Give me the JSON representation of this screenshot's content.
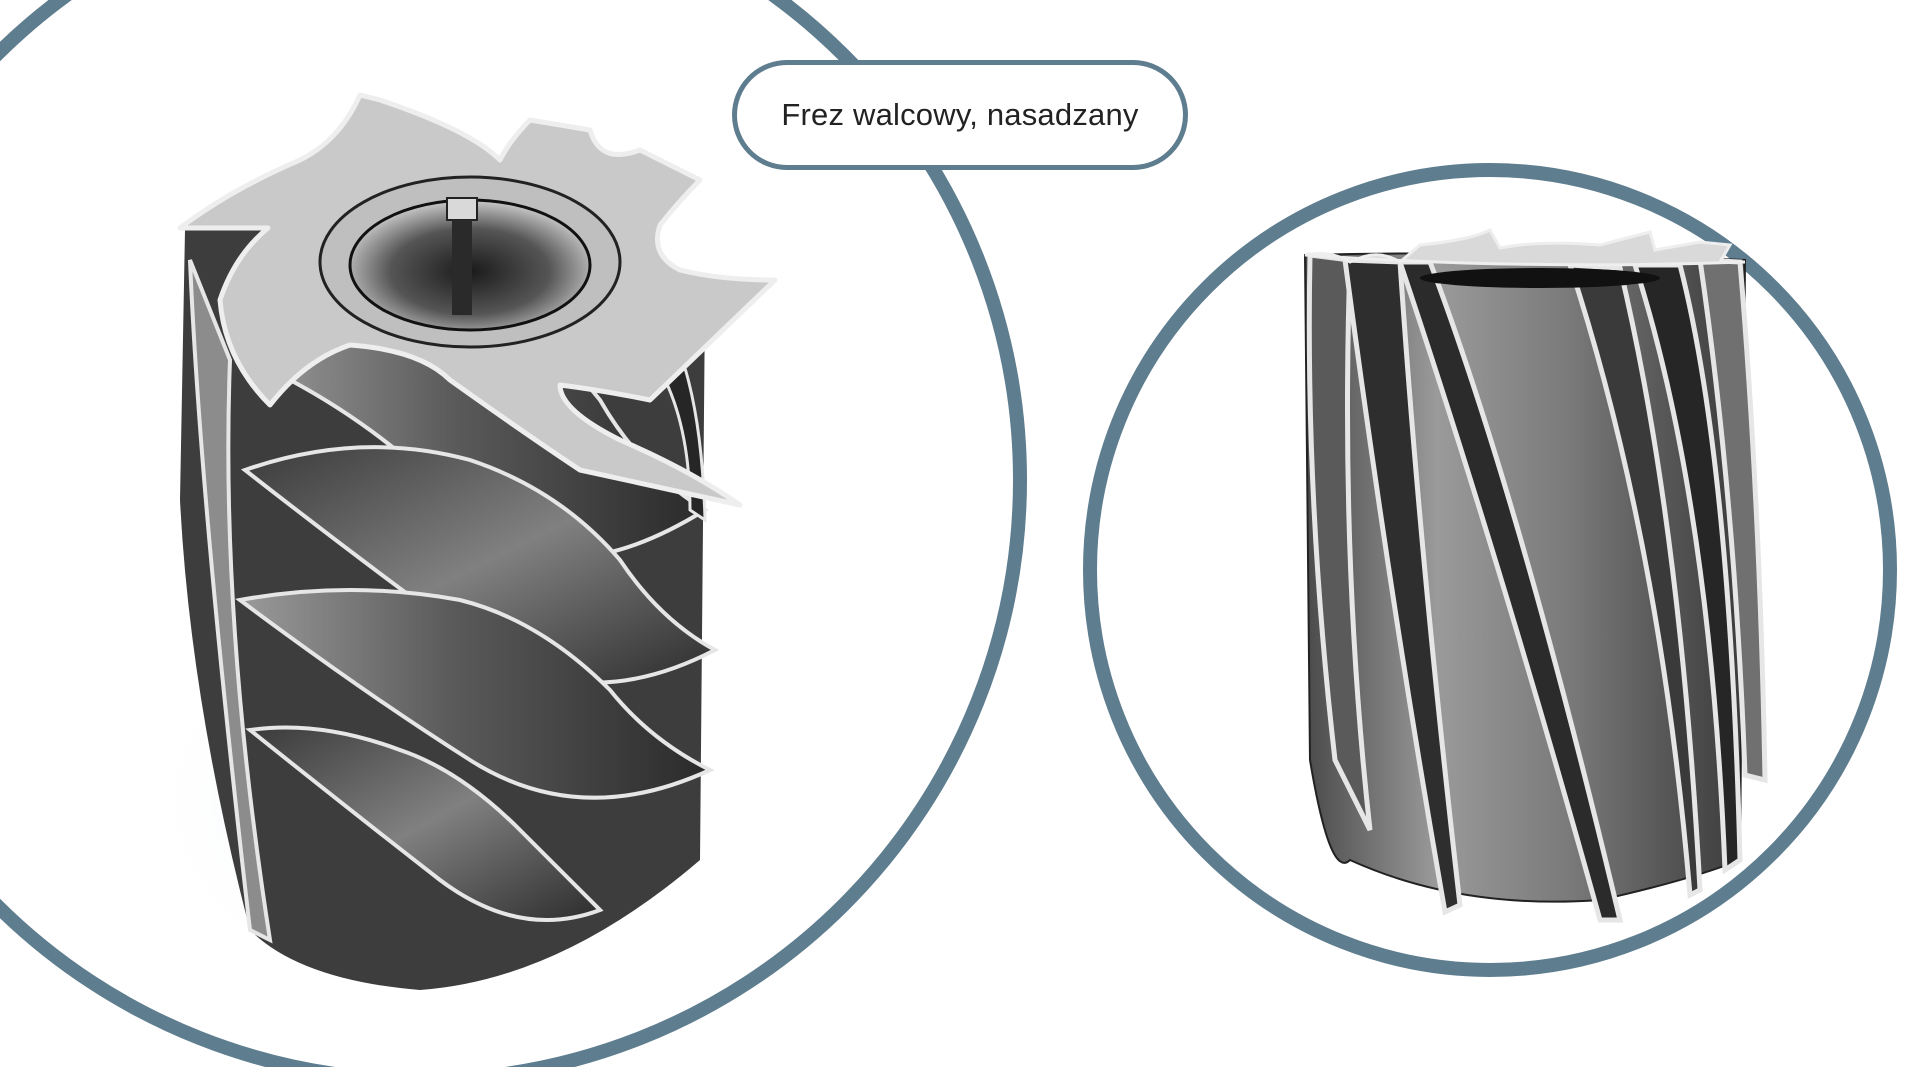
{
  "title": {
    "text": "Frez walcowy, nasadzany"
  },
  "colors": {
    "frame_ring": "#5e7d8f",
    "background": "#ffffff",
    "face_light": "#cfcfcf",
    "metal_dark": "#2b2b2b",
    "metal_mid": "#7a7a7a",
    "edge_highlight": "#e8e8e8",
    "shadow": "#dfe6eb"
  },
  "figures": [
    {
      "subject": "helical-shell-mill-3d-view",
      "view": "top-angled"
    },
    {
      "subject": "helical-shell-mill-side-view",
      "view": "side"
    }
  ]
}
